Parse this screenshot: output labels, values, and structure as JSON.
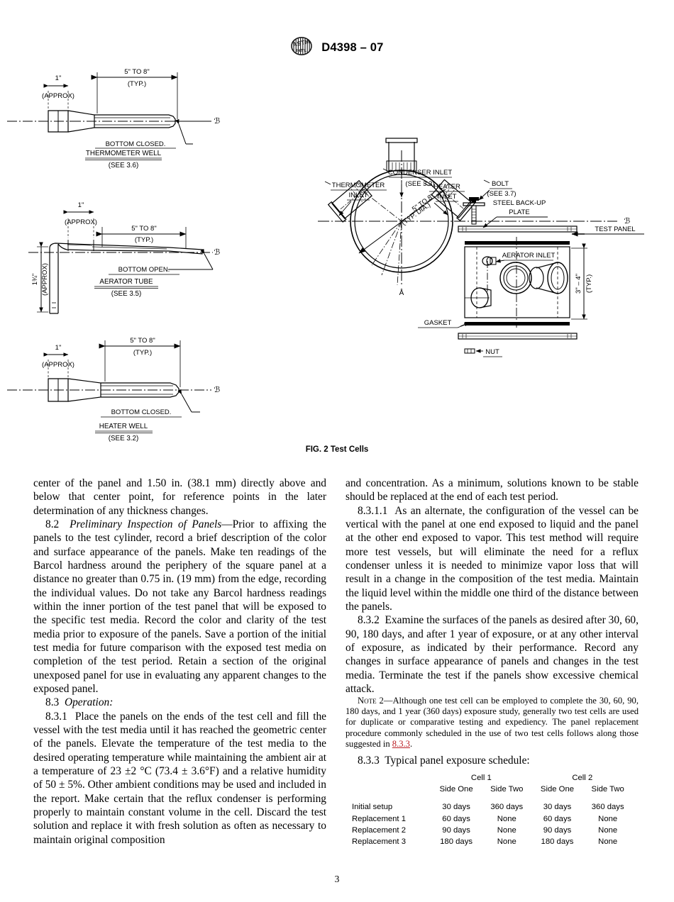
{
  "header": {
    "logo_alt": "astm-logo",
    "designation": "D4398 – 07"
  },
  "figure": {
    "caption": "FIG. 2 Test Cells",
    "thermometer_well": {
      "title": "THERMOMETER WELL",
      "ref": "(SEE 3.6)",
      "dim_short": "1\"",
      "dim_short_note": "(APPROX)",
      "dim_long": "5\" TO 8\"",
      "dim_long_note": "(TYP.)",
      "end_note": "BOTTOM CLOSED.",
      "centerline": "℄"
    },
    "aerator_tube": {
      "title": "AERATOR TUBE",
      "ref": "(SEE 3.5)",
      "dim_short": "1\"",
      "dim_short_note": "(APPROX)",
      "dim_vert": "1¾\"",
      "dim_vert_note": "(APPROX)",
      "dim_long": "5\" TO 8\"",
      "dim_long_note": "(TYP.)",
      "end_note": "BOTTOM OPEN.",
      "centerline": "℄"
    },
    "heater_well": {
      "title": "HEATER WELL",
      "ref": "(SEE 3.2)",
      "dim_short": "1\"",
      "dim_short_note": "(APPROX)",
      "dim_long": "5\" TO 8\"",
      "dim_long_note": "(TYP.)",
      "end_note": "BOTTOM CLOSED.",
      "centerline": "℄"
    },
    "test_cell": {
      "thermometer_inlet": "THERMOMETER\nINLET",
      "thermometer_inlet_l1": "THERMOMETER",
      "thermometer_inlet_l2": "INLET",
      "condenser_inlet_l1": "CONDENSER INLET",
      "condenser_inlet_l2": "(SEE 3.3)",
      "heater_inlet_l1": "HEATER",
      "heater_inlet_l2": "INLET",
      "bolt_l1": "BOLT",
      "bolt_l2": "(SEE 3.7)",
      "backup_plate_l1": "STEEL BACK-UP",
      "backup_plate_l2": "PLATE",
      "test_panel": "TEST PANEL",
      "aerator_inlet": "AERATOR INLET",
      "gasket": "GASKET",
      "nut": "NUT",
      "dia_l1": "5\" TO 8\"",
      "dia_l2": "(TYP. DIA.)",
      "height_l1": "3\" – 4\"",
      "height_l2": "(TYP.)",
      "centerline": "℄"
    }
  },
  "left_column": {
    "p1": "center of the panel and 1.50 in. (38.1 mm) directly above and below that center point, for reference points in the later determination of any thickness changes.",
    "p2_num": "8.2",
    "p2_title": "Preliminary Inspection of Panels",
    "p2_body": "—Prior to affixing the panels to the test cylinder, record a brief description of the color and surface appearance of the panels. Make ten readings of the Barcol hardness around the periphery of the square panel at a distance no greater than 0.75 in. (19 mm) from the edge, recording the individual values. Do not take any Barcol hardness readings within the inner portion of the test panel that will be exposed to the specific test media. Record the color and clarity of the test media prior to exposure of the panels. Save a portion of the initial test media for future comparison with the exposed test media on completion of the test period. Retain a section of the original unexposed panel for use in evaluating any apparent changes to the exposed panel.",
    "p3_num": "8.3",
    "p3_title": "Operation:",
    "p4_num": "8.3.1",
    "p4_body": "Place the panels on the ends of the test cell and fill the vessel with the test media until it has reached the geometric center of the panels. Elevate the temperature of the test media to the desired operating temperature while maintaining the ambient air at a temperature of 23 ±2 °C (73.4 ± 3.6°F) and a relative humidity of 50 ± 5%. Other ambient conditions may be used and included in the report. Make certain that the reflux condenser is performing properly to maintain constant volume in the cell. Discard the test solution and replace it with fresh solution as often as necessary to maintain original composition"
  },
  "right_column": {
    "p1": "and concentration. As a minimum, solutions known to be stable should be replaced at the end of each test period.",
    "p2_num": "8.3.1.1",
    "p2_body": "As an alternate, the configuration of the vessel can be vertical with the panel at one end exposed to liquid and the panel at the other end exposed to vapor. This test method will require more test vessels, but will eliminate the need for a reflux condenser unless it is needed to minimize vapor loss that will result in a change in the composition of the test media. Maintain the liquid level within the middle one third of the distance between the panels.",
    "p3_num": "8.3.2",
    "p3_body": "Examine the surfaces of the panels as desired after 30, 60, 90, 180 days, and after 1 year of exposure, or at any other interval of exposure, as indicated by their performance. Record any changes in surface appearance of panels and changes in the test media. Terminate the test if the panels show excessive chemical attack.",
    "note_label": "Note 2",
    "note_body_a": "—Although one test cell can be employed to complete the 30, 60, 90, 180 days, and 1 year (360 days) exposure study, generally two test cells are used for duplicate or comparative testing and expediency. The panel replacement procedure commonly scheduled in the use of two test cells follows along those suggested in ",
    "note_xref": "8.3.3",
    "note_body_b": ".",
    "p4_num": "8.3.3",
    "p4_body": "Typical panel exposure schedule:"
  },
  "schedule_table": {
    "group_headers": [
      "",
      "Cell 1",
      "Cell 2"
    ],
    "sub_headers": [
      "",
      "Side One",
      "Side Two",
      "Side One",
      "Side Two"
    ],
    "rows": [
      {
        "label": "Initial setup",
        "values": [
          "30 days",
          "360 days",
          "30 days",
          "360 days"
        ]
      },
      {
        "label": "Replacement 1",
        "values": [
          "60 days",
          "None",
          "60 days",
          "None"
        ]
      },
      {
        "label": "Replacement 2",
        "values": [
          "90 days",
          "None",
          "90 days",
          "None"
        ]
      },
      {
        "label": "Replacement 3",
        "values": [
          "180 days",
          "None",
          "180 days",
          "None"
        ]
      }
    ]
  },
  "footer": {
    "page_number": "3"
  },
  "colors": {
    "text": "#000000",
    "xref": "#bb2026",
    "background": "#ffffff"
  }
}
